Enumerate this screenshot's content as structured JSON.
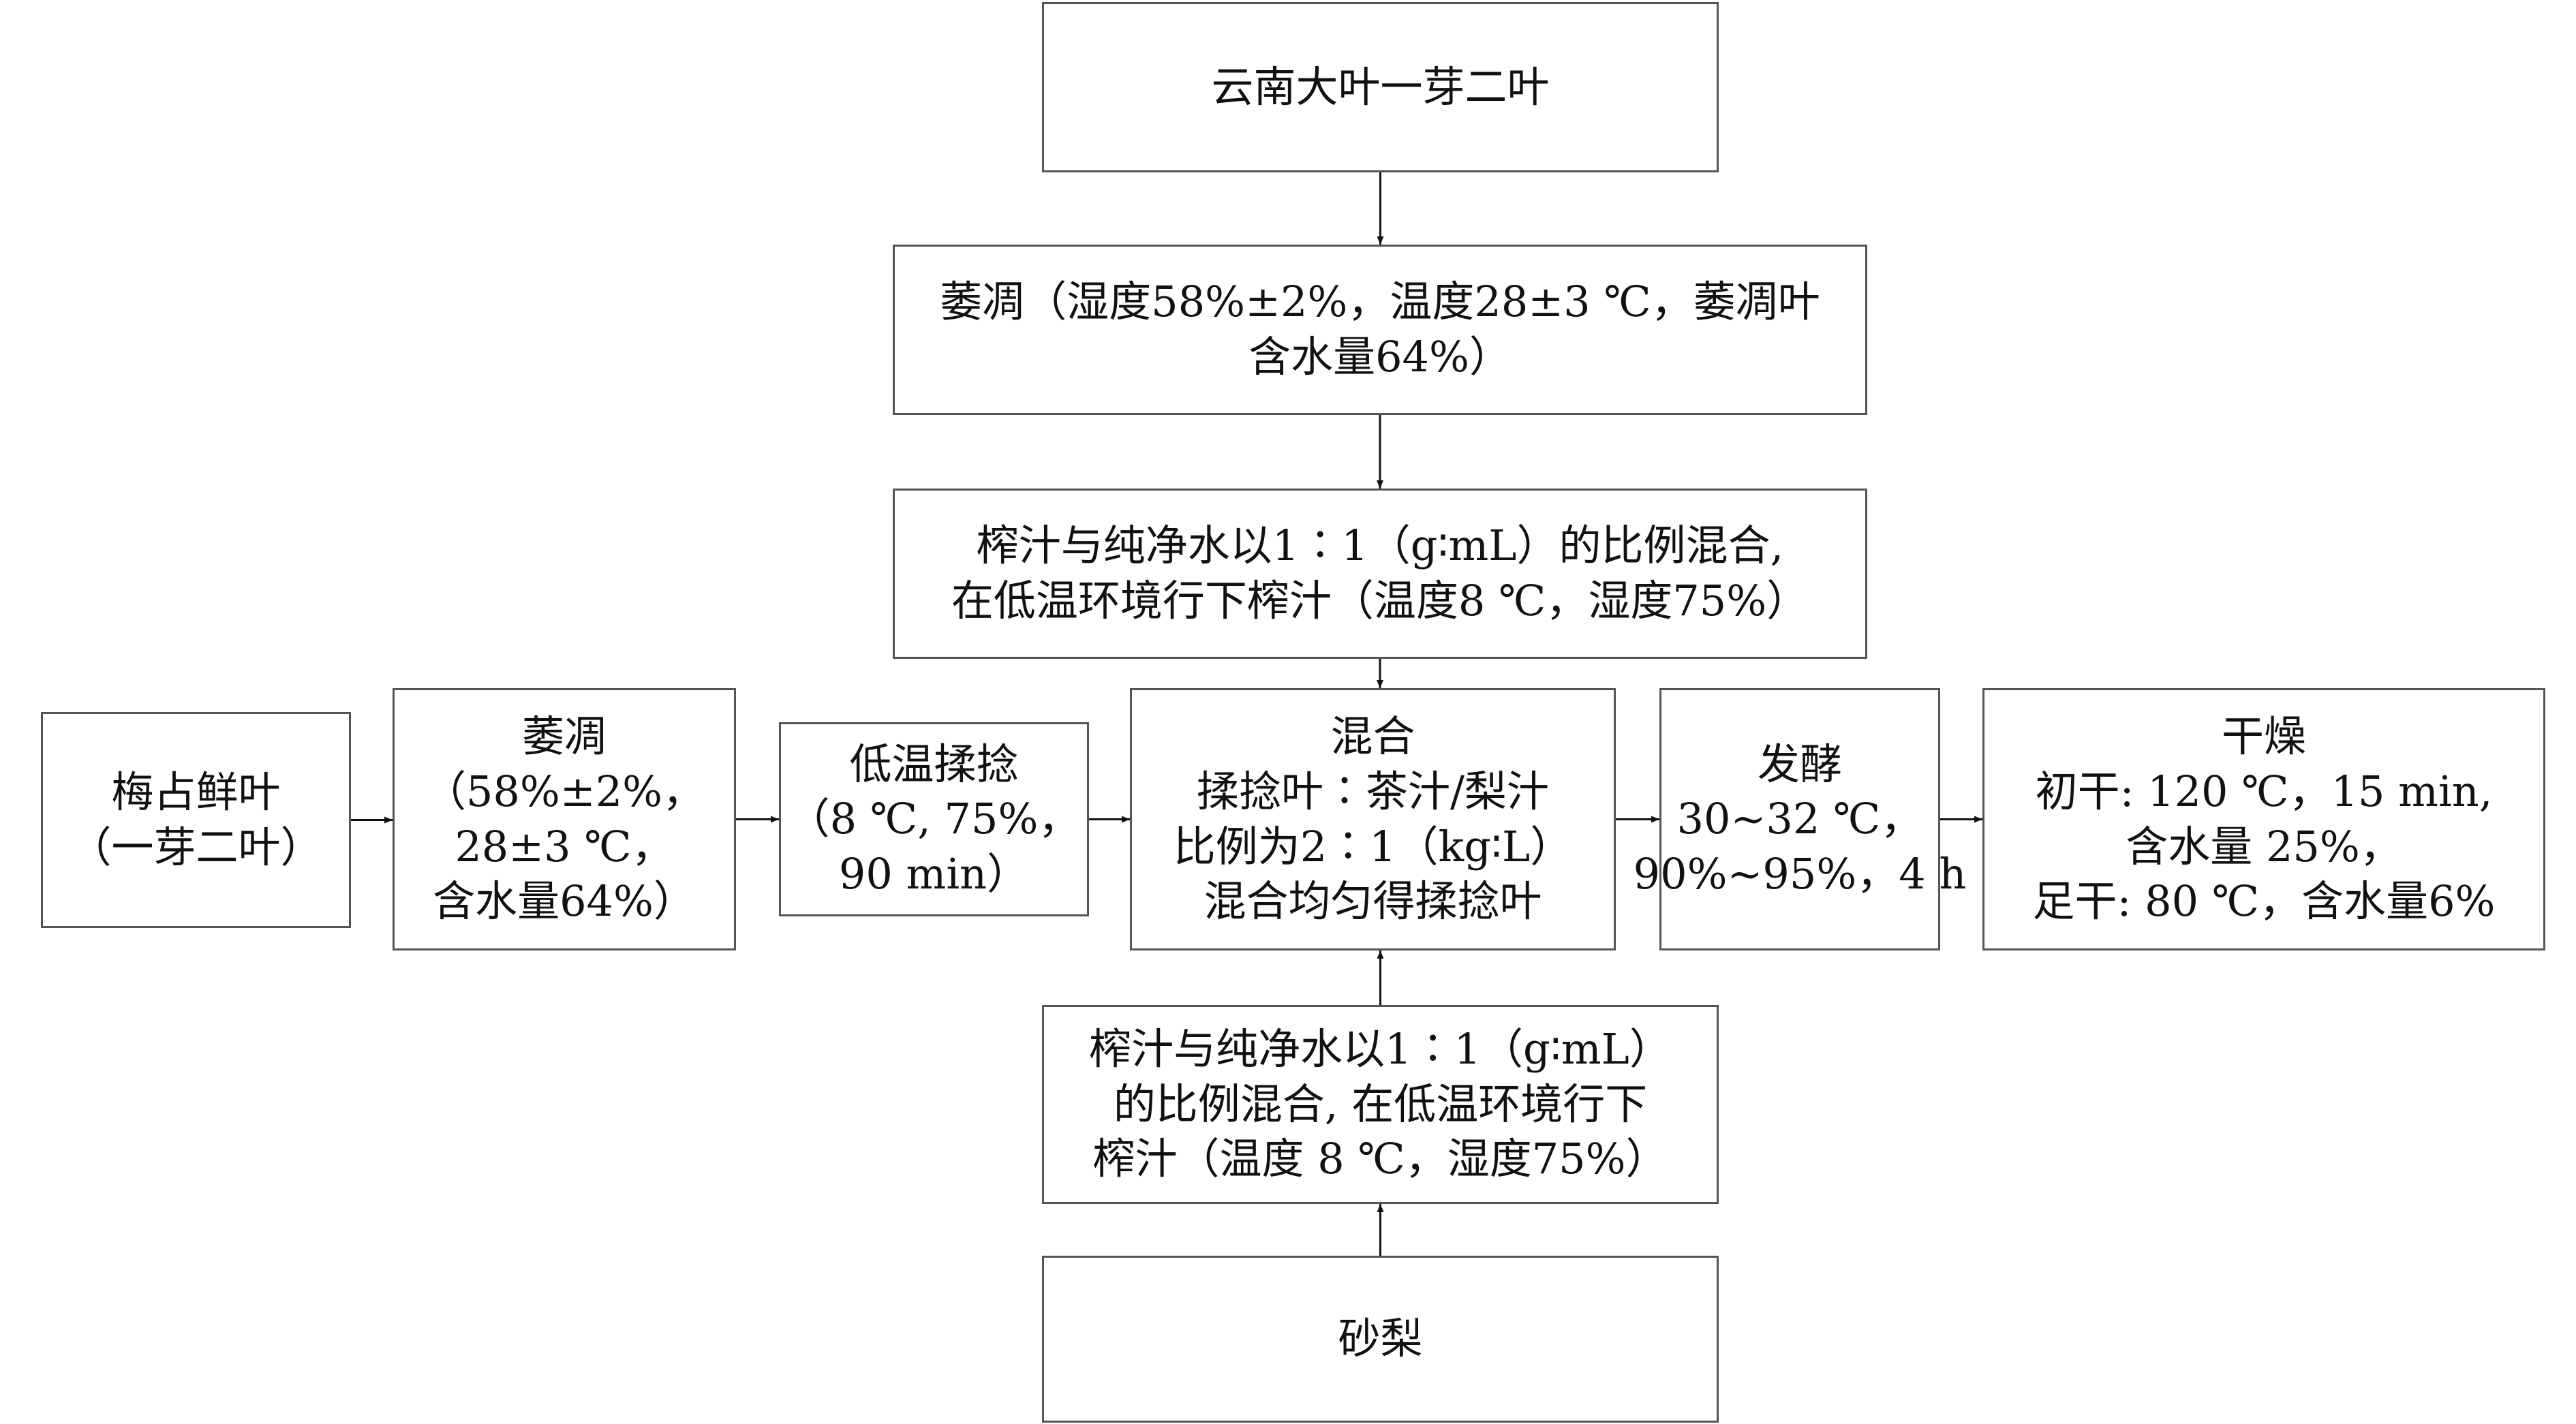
{
  "colors": {
    "line": "#111111",
    "border": "#555555",
    "text": "#111111",
    "background": "#ffffff"
  },
  "steps": {
    "source_top": {
      "lines": [
        "云南大叶一芽二叶"
      ]
    },
    "wither_top": {
      "lines": [
        "萎凋（湿度58%±2%，温度28±3 ℃，萎凋叶",
        "含水量64%）"
      ]
    },
    "juice_top": {
      "lines": [
        "榨汁与纯净水以1∶1（g∶mL）的比例混合,",
        "在低温环境行下榨汁（温度8 ℃，湿度75%）"
      ]
    },
    "source_left": {
      "lines": [
        "梅占鲜叶",
        "（一芽二叶）"
      ]
    },
    "wither_left": {
      "lines": [
        "萎凋",
        "（58%±2%，",
        "28±3 ℃，",
        "含水量64%）"
      ]
    },
    "roll": {
      "lines": [
        "低温揉捻",
        "（8 ℃, 75%，",
        "90 min）"
      ]
    },
    "mix": {
      "lines": [
        "混合",
        "揉捻叶∶茶汁/梨汁",
        "比例为2∶1（kg∶L）",
        "混合均匀得揉捻叶"
      ]
    },
    "ferment": {
      "lines": [
        "发酵",
        "30~32 ℃，",
        "90%~95%，4 h"
      ]
    },
    "dry": {
      "lines": [
        "干燥",
        "初干: 120 ℃，15 min,",
        "含水量 25%，",
        "足干: 80 ℃，含水量6%"
      ]
    },
    "juice_bottom": {
      "lines": [
        "榨汁与纯净水以1∶1（g∶mL）",
        "的比例混合, 在低温环境行下",
        "榨汁（温度 8 ℃，湿度75%）"
      ]
    },
    "source_bottom": {
      "lines": [
        "砂梨"
      ]
    }
  },
  "connectors": [
    {
      "from": "source_top",
      "to": "wither_top"
    },
    {
      "from": "wither_top",
      "to": "juice_top"
    },
    {
      "from": "juice_top",
      "to": "mix"
    },
    {
      "from": "source_left",
      "to": "wither_left"
    },
    {
      "from": "wither_left",
      "to": "roll"
    },
    {
      "from": "roll",
      "to": "mix"
    },
    {
      "from": "mix",
      "to": "ferment"
    },
    {
      "from": "ferment",
      "to": "dry"
    },
    {
      "from": "juice_bottom",
      "to": "mix"
    },
    {
      "from": "source_bottom",
      "to": "juice_bottom"
    }
  ]
}
